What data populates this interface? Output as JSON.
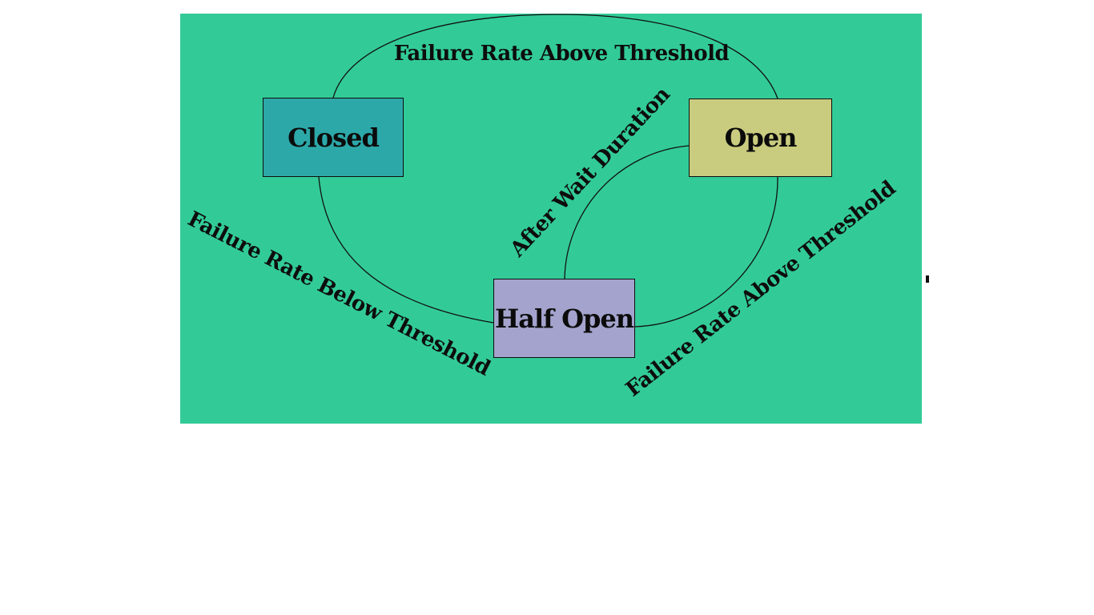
{
  "diagram": {
    "background_color": "#32cb97",
    "line_color": "#111111",
    "states": [
      {
        "id": "closed",
        "label": "Closed",
        "fill": "#2da8a9"
      },
      {
        "id": "open",
        "label": "Open",
        "fill": "#c9cb7e"
      },
      {
        "id": "half_open",
        "label": "Half Open",
        "fill": "#a3a3cd"
      }
    ],
    "transitions": [
      {
        "between": [
          "Closed",
          "Open"
        ],
        "label": "Failure Rate Above Threshold"
      },
      {
        "between": [
          "Open",
          "Half Open"
        ],
        "label": "After Wait Duration"
      },
      {
        "between": [
          "Half Open",
          "Closed"
        ],
        "label": "Failure Rate Below Threshold"
      },
      {
        "between": [
          "Half Open",
          "Open"
        ],
        "label": "Failure Rate Above Threshold"
      }
    ]
  }
}
